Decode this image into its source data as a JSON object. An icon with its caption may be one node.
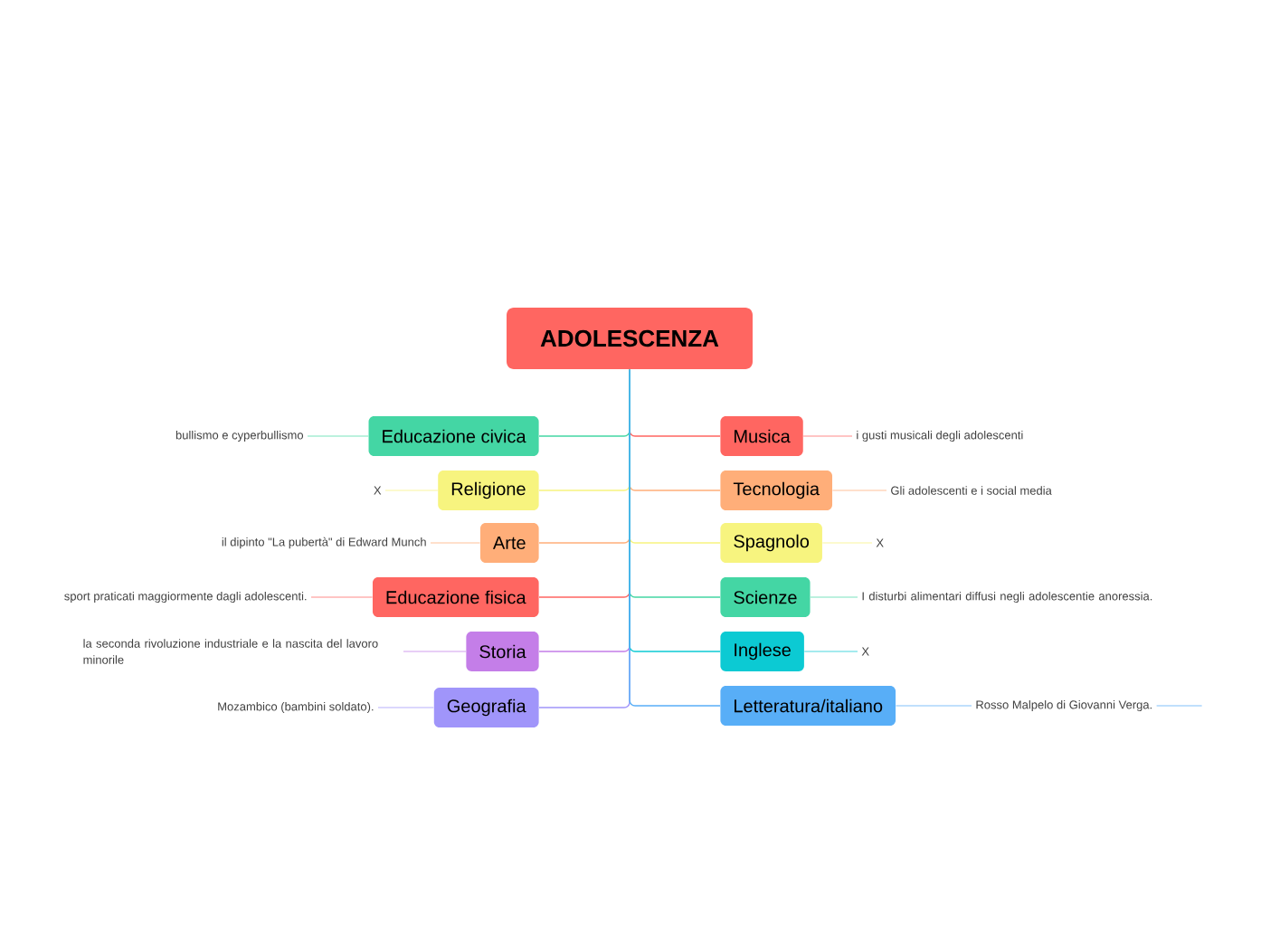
{
  "diagram": {
    "nodes": [
      {
        "text": [
          "ADOLESCENZA"
        ]
      },
      {
        "text": [
          "Educazione civica"
        ]
      },
      {
        "text": [
          "Religione"
        ]
      },
      {
        "text": [
          "Arte"
        ]
      },
      {
        "text": [
          "Educazione fisica"
        ]
      },
      {
        "text": [
          "Storia"
        ]
      },
      {
        "text": [
          "Geografia"
        ]
      },
      {
        "text": [
          "Musica"
        ]
      },
      {
        "text": [
          "Tecnologia"
        ]
      },
      {
        "text": [
          "Spagnolo"
        ]
      },
      {
        "text": [
          "Scienze"
        ]
      },
      {
        "text": [
          "Inglese"
        ]
      },
      {
        "text": [
          "Letteratura/italiano"
        ]
      },
      {
        "text": [
          "bullismo e cyperbullismo"
        ]
      },
      {
        "text": [
          "X"
        ]
      },
      {
        "text": [
          "il dipinto \"La pubertà\" di Edward Munch"
        ]
      },
      {
        "text": [
          "sport praticati maggiormente dagli adolescenti."
        ]
      },
      {
        "text": [
          "la seconda rivoluzione industriale e la nascita del lavoro minorile"
        ]
      },
      {
        "text": [
          "Mozambico (bambini soldato)."
        ]
      },
      {
        "text": [
          "i gusti musicali degli adolescenti"
        ]
      },
      {
        "text": [
          "Gli adolescenti e i social media"
        ]
      },
      {
        "text": [
          "X"
        ]
      },
      {
        "text": [
          "I disturbi alimentari diffusi negli adolescentie anoressia."
        ]
      },
      {
        "text": [
          "X"
        ]
      },
      {
        "text": [
          "Rosso Malpelo di Giovanni Verga."
        ]
      }
    ],
    "edges": [
      {
        "from": 0,
        "to": 1,
        "arrow": "none",
        "color": "#44d6a4"
      },
      {
        "from": 0,
        "to": 2,
        "arrow": "none",
        "color": "#f7f47f"
      },
      {
        "from": 0,
        "to": 3,
        "arrow": "none",
        "color": "#ffae79"
      },
      {
        "from": 0,
        "to": 4,
        "arrow": "none",
        "color": "#ff6661"
      },
      {
        "from": 0,
        "to": 5,
        "arrow": "none",
        "color": "#c47ee8"
      },
      {
        "from": 0,
        "to": 6,
        "arrow": "none",
        "color": "#a095fa"
      },
      {
        "from": 0,
        "to": 7,
        "arrow": "none",
        "color": "#ff6661"
      },
      {
        "from": 0,
        "to": 8,
        "arrow": "none",
        "color": "#ffae79"
      },
      {
        "from": 0,
        "to": 9,
        "arrow": "none",
        "color": "#f7f47f"
      },
      {
        "from": 0,
        "to": 10,
        "arrow": "none",
        "color": "#44d6a4"
      },
      {
        "from": 0,
        "to": 11,
        "arrow": "none",
        "color": "#0ccad3"
      },
      {
        "from": 0,
        "to": 12,
        "arrow": "none",
        "color": "#58aef7"
      },
      {
        "from": 1,
        "to": 13,
        "arrow": "none",
        "color": "#a6ecd3"
      },
      {
        "from": 2,
        "to": 14,
        "arrow": "none",
        "color": "#fbf9be"
      },
      {
        "from": 3,
        "to": 15,
        "arrow": "none",
        "color": "#ffd6bb"
      },
      {
        "from": 4,
        "to": 16,
        "arrow": "none",
        "color": "#ffb2b0"
      },
      {
        "from": 5,
        "to": 17,
        "arrow": "none",
        "color": "#e1bef3"
      },
      {
        "from": 6,
        "to": 18,
        "arrow": "none",
        "color": "#cfcafc"
      },
      {
        "from": 7,
        "to": 19,
        "arrow": "none",
        "color": "#ffb2b0"
      },
      {
        "from": 8,
        "to": 20,
        "arrow": "none",
        "color": "#ffd6bb"
      },
      {
        "from": 9,
        "to": 21,
        "arrow": "none",
        "color": "#fbf9be"
      },
      {
        "from": 10,
        "to": 22,
        "arrow": "none",
        "color": "#a6ecd3"
      },
      {
        "from": 11,
        "to": 23,
        "arrow": "none",
        "color": "#86e4e9"
      },
      {
        "from": 12,
        "to": 24,
        "arrow": "none",
        "color": "#abd6fb"
      },
      {
        "from": 24,
        "to": null,
        "arrow": "none",
        "color": "#abd6fb"
      }
    ]
  }
}
